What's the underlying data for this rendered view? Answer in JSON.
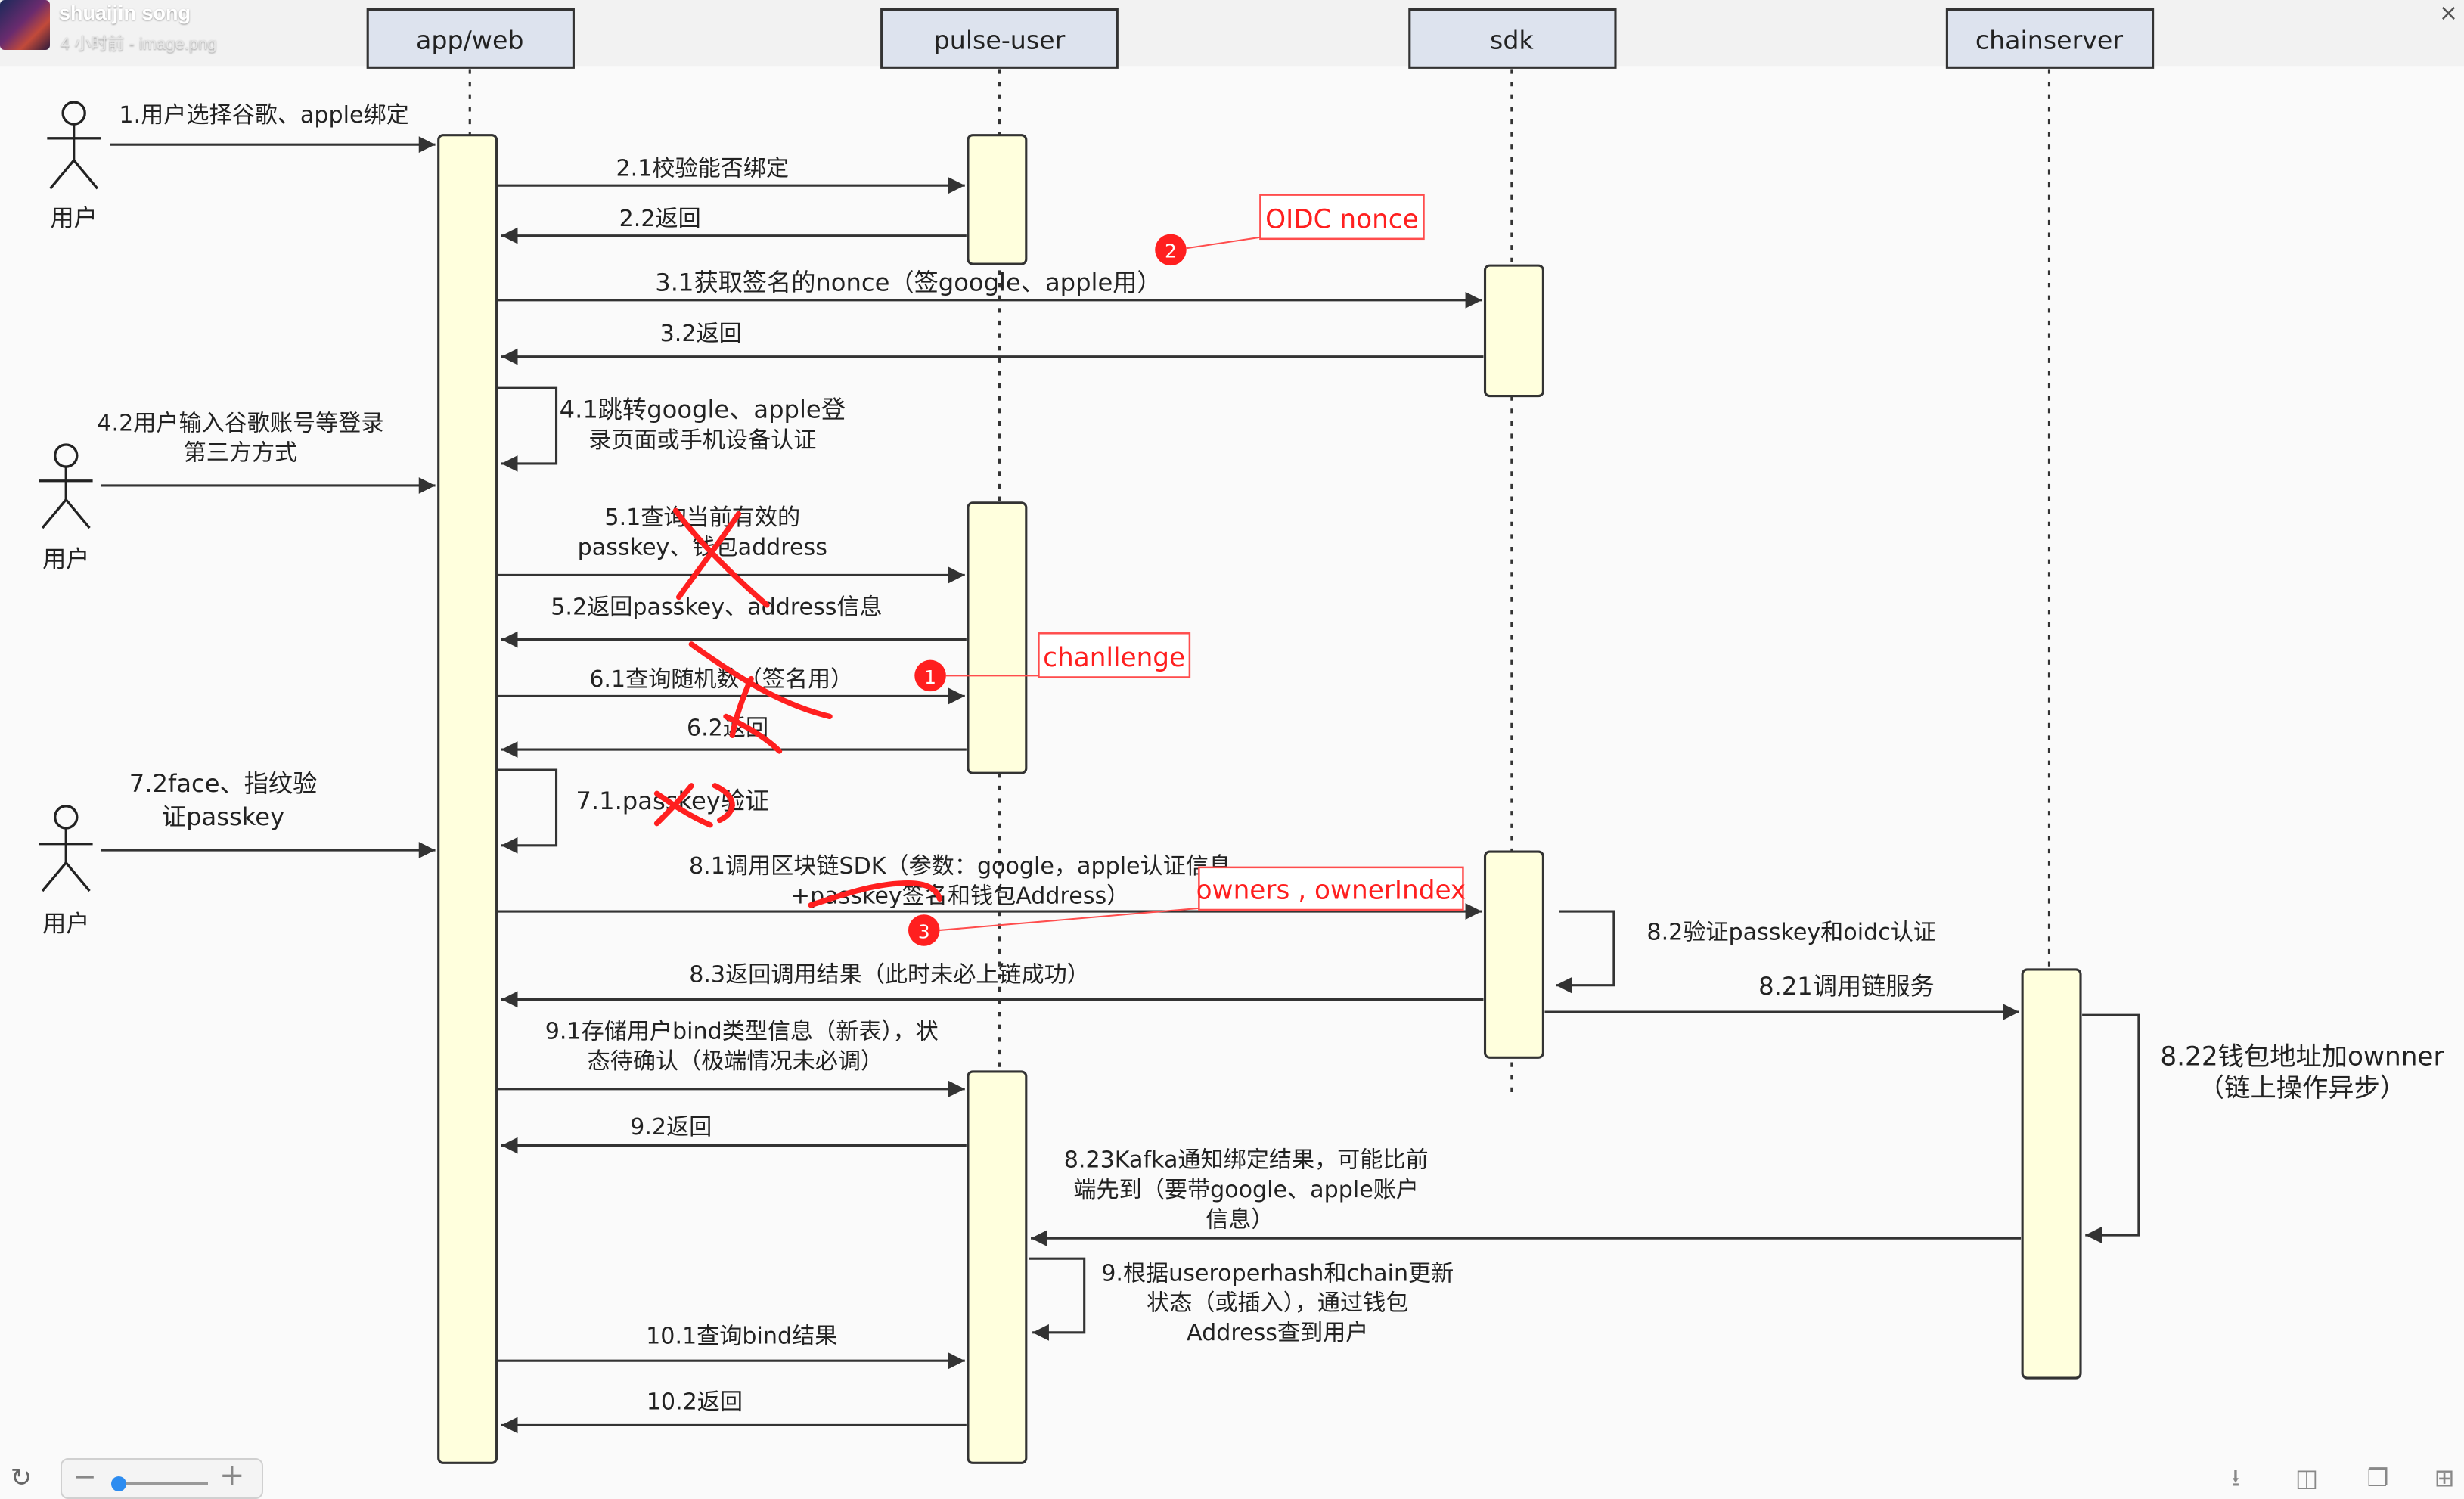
{
  "header": {
    "user_name": "shuaijin song",
    "subtitle": "4 小时前 - image.png"
  },
  "participants": [
    {
      "id": "app",
      "label": "app/web"
    },
    {
      "id": "pulse",
      "label": "pulse-user"
    },
    {
      "id": "sdk",
      "label": "sdk"
    },
    {
      "id": "chain",
      "label": "chainserver"
    }
  ],
  "actors": [
    {
      "label": "用户"
    },
    {
      "label": "用户"
    },
    {
      "label": "用户"
    }
  ],
  "messages": {
    "m1": "1.用户选择谷歌、apple绑定",
    "m21": "2.1校验能否绑定",
    "m22": "2.2返回",
    "m31": "3.1获取签名的nonce（签google、apple用）",
    "m32": "3.2返回",
    "m41a": "4.1跳转google、apple登",
    "m41b": "录页面或手机设备认证",
    "m42a": "4.2用户输入谷歌账号等登录",
    "m42b": "第三方方式",
    "m51a": "5.1查询当前有效的",
    "m51b": "passkey、钱包address",
    "m52": "5.2返回passkey、address信息",
    "m61": "6.1查询随机数（签名用）",
    "m62": "6.2返回",
    "m71": "7.1.passkey验证",
    "m72a": "7.2face、指纹验",
    "m72b": "证passkey",
    "m81a": "8.1调用区块链SDK（参数：google，apple认证信息",
    "m81b": "+passkey签名和钱包Address）",
    "m82": "8.2验证passkey和oidc认证",
    "m821": "8.21调用链服务",
    "m83": "8.3返回调用结果（此时未必上链成功）",
    "m822a": "8.22钱包地址加ownner",
    "m822b": "（链上操作异步）",
    "m91a": "9.1存储用户bind类型信息（新表），状",
    "m91b": "态待确认（极端情况未必调）",
    "m92": "9.2返回",
    "m823a": "8.23Kafka通知绑定结果，可能比前",
    "m823b": "端先到（要带google、apple账户",
    "m823c": "信息）",
    "m9a": "9.根据useroperhash和chain更新",
    "m9b": "状态（或插入），通过钱包",
    "m9c": "Address查到用户",
    "m101": "10.1查询bind结果",
    "m102": "10.2返回"
  },
  "annotations": [
    {
      "num": "1",
      "text": "chanllenge"
    },
    {
      "num": "2",
      "text": "OIDC nonce"
    },
    {
      "num": "3",
      "text": "owners , ownerIndex"
    }
  ],
  "colors": {
    "activation_fill": "#ffffdd",
    "header_fill": "#dde3ee",
    "annotation_red": "#ff1f1f",
    "line": "#333333"
  },
  "toolbar": {
    "refresh_icon": "refresh-icon",
    "zoom_in": "+",
    "zoom_out": "−",
    "download_icon": "cloud-download-icon",
    "panel_icon": "panel-icon",
    "copy_icon": "copy-icon",
    "grid_icon": "grid-icon"
  }
}
